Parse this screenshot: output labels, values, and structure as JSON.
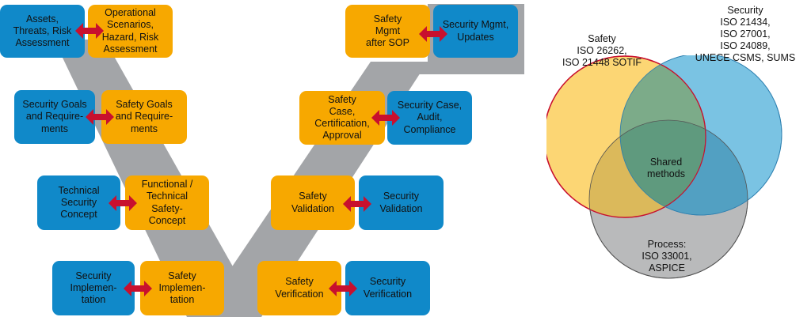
{
  "left_diagram": {
    "rows": [
      {
        "security": "Assets,\nThreats, Risk\nAssessment",
        "safety": "Operational\nScenarios,\nHazard, Risk\nAssessment"
      },
      {
        "security": "Security Goals\nand Require-\nments",
        "safety": "Safety Goals\nand  Require-\nments"
      },
      {
        "security": "Technical\nSecurity\nConcept",
        "safety": "Functional /\nTechnical\nSafety-\nConcept"
      },
      {
        "security": "Security\nImplemen-\ntation",
        "safety": "Safety\nImplemen-\ntation"
      }
    ]
  },
  "right_diagram": {
    "rows": [
      {
        "safety": "Safety\nMgmt\nafter SOP",
        "security": "Security Mgmt,\nUpdates"
      },
      {
        "safety": "Safety\nCase,\nCertification,\nApproval",
        "security": "Security Case,\nAudit,\nCompliance"
      },
      {
        "safety": "Safety\nValidation",
        "security": "Security\nValidation"
      },
      {
        "safety": "Safety\nVerification",
        "security": "Security\nVerification"
      }
    ]
  },
  "venn": {
    "safety_label": "Safety\nISO 26262,\nISO 21448 SOTIF",
    "security_label": "Security\nISO 21434,\nISO 27001,\nISO 24089,\nUNECE CSMS, SUMS",
    "process_label": "Process:\nISO 33001,\nASPICE",
    "center_label": "Shared\nmethods"
  },
  "colors": {
    "security_box": "#1089c9",
    "safety_box": "#f7a800",
    "arrow": "#c8102e",
    "v_band": "#a3a5a8",
    "venn_safety": "#fbcf5c",
    "venn_security": "#6cbce0",
    "venn_process": "#b9babb"
  }
}
